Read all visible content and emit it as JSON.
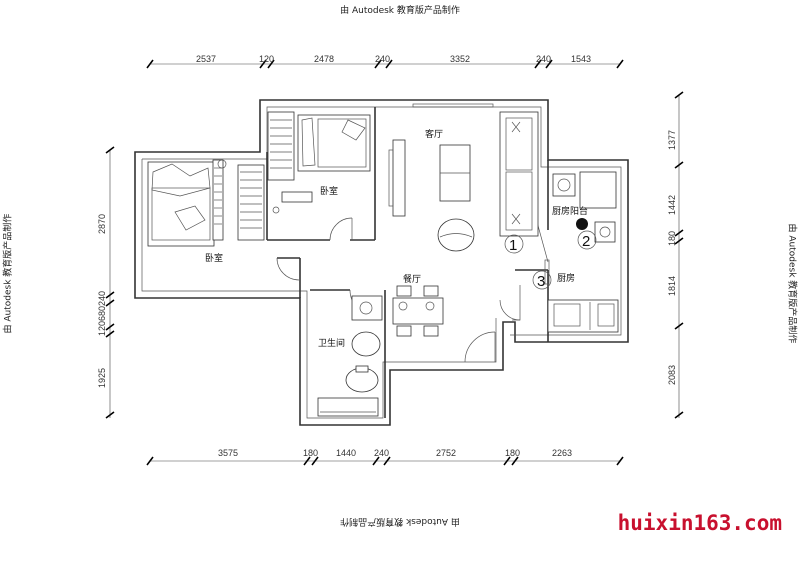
{
  "watermarks": {
    "top": "由 Autodesk 教育版产品制作",
    "bottom": "由 Autodesk 教育版产品制作",
    "left": "由 Autodesk 教育版产品制作",
    "right": "由 Autodesk 教育版产品制作"
  },
  "dimensions": {
    "top": [
      "2537",
      "120",
      "2478",
      "240",
      "3352",
      "240",
      "1543"
    ],
    "bottom": [
      "3575",
      "180",
      "1440",
      "240",
      "2752",
      "180",
      "2263"
    ],
    "left": [
      "2870",
      "120680240",
      "1925"
    ],
    "right": [
      "1377",
      "1442",
      "180",
      "1814",
      "2083"
    ]
  },
  "rooms": {
    "bedroom_left": "卧室",
    "bedroom_right": "卧室",
    "living_room": "客厅",
    "kitchen_balcony": "厨房阳台",
    "kitchen": "厨房",
    "dining_room": "餐厅",
    "bathroom": "卫生间"
  },
  "markers": [
    "1",
    "2",
    "3"
  ],
  "site_watermark": "huixin163.com",
  "colors": {
    "line": "#333333",
    "watermark": "#c8102e"
  }
}
